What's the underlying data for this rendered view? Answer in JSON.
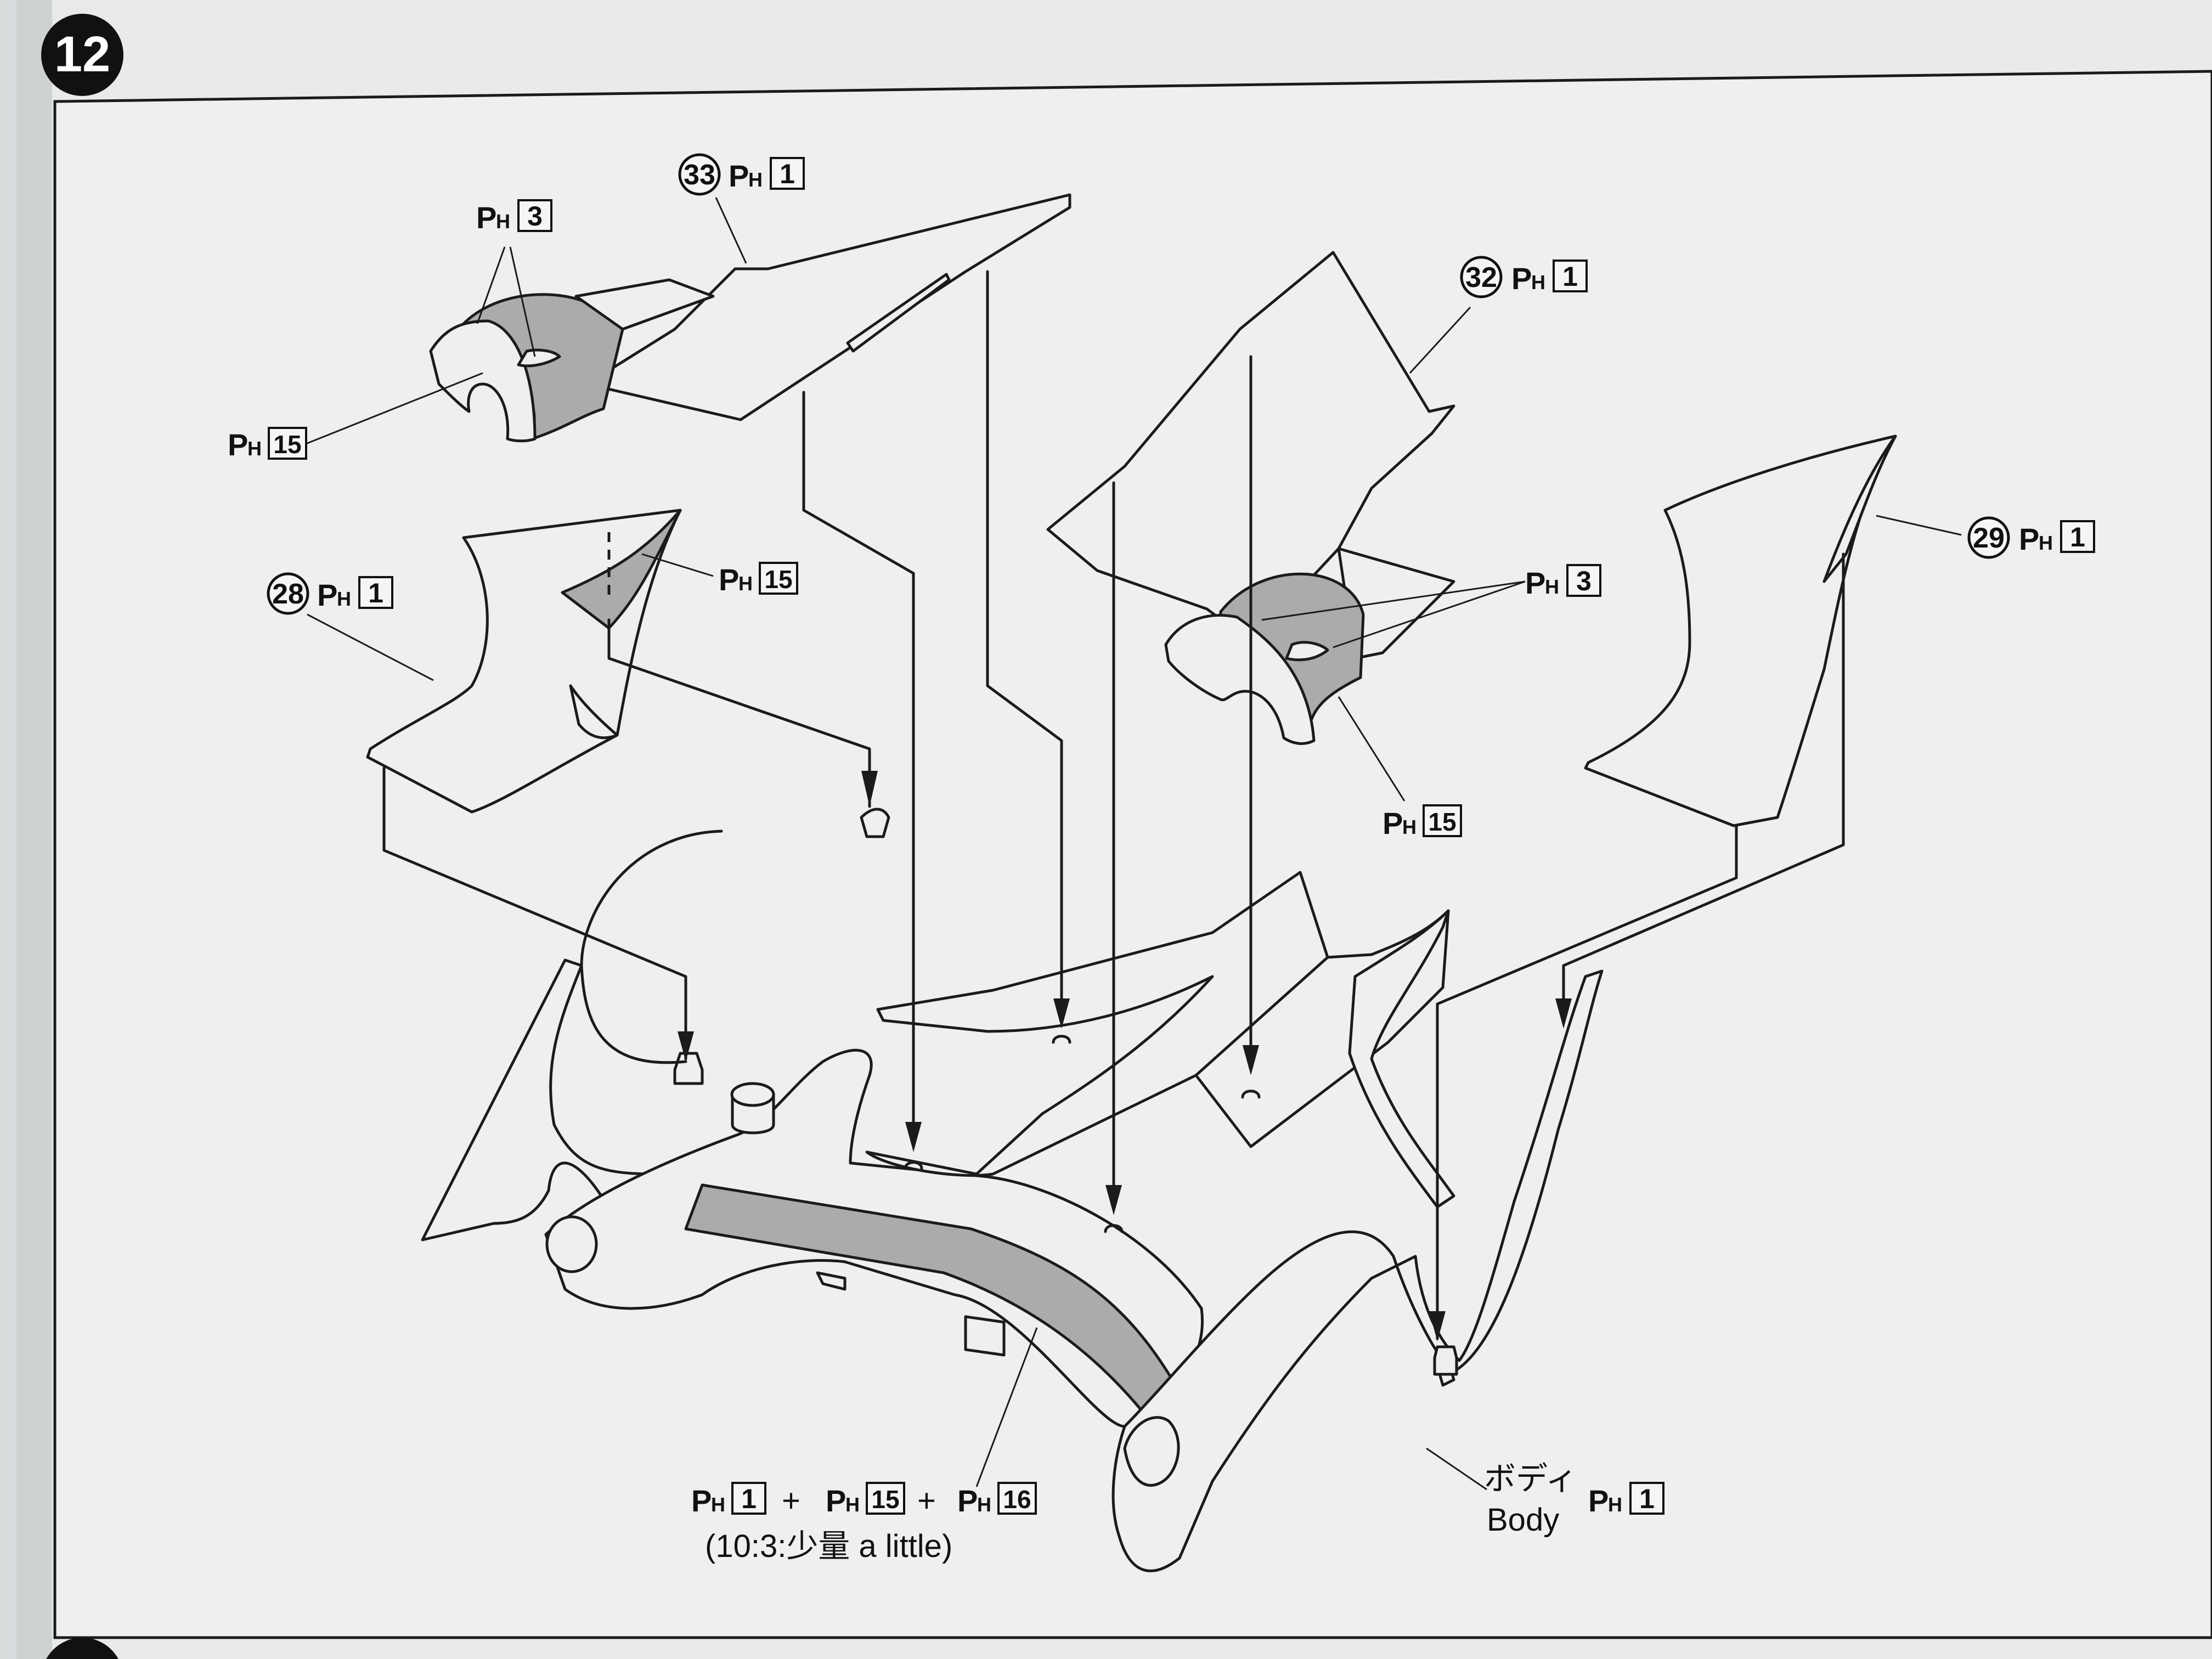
{
  "step": {
    "number": "12"
  },
  "labels": {
    "ph": "PH",
    "ph_prefix": "P",
    "ph_sub": "H",
    "part33": {
      "num": "33",
      "paint": "1"
    },
    "part32": {
      "num": "32",
      "paint": "1"
    },
    "part28": {
      "num": "28",
      "paint": "1"
    },
    "part29": {
      "num": "29",
      "paint": "1"
    },
    "ph3_left": "3",
    "ph3_right": "3",
    "ph15_a": "15",
    "ph15_b": "15",
    "ph15_c": "15",
    "body_jp": "ボディ",
    "body_en": "Body",
    "body_paint": "1"
  },
  "mix": {
    "a": "1",
    "b": "15",
    "c": "16",
    "plus": "+",
    "note": "(10:3:少量 a little)"
  },
  "colors": {
    "page": "#eef0ef",
    "ink": "#1b1b1b",
    "shade": "#a9acab"
  }
}
